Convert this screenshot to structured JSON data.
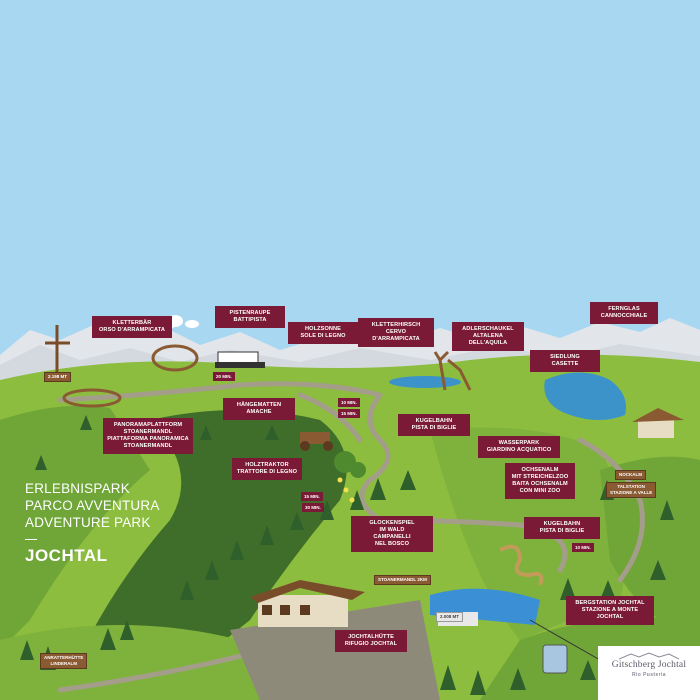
{
  "title": {
    "line1": "ERLEBNISPARK",
    "line2": "PARCO AVVENTURA",
    "line3": "ADVENTURE PARK",
    "name": "JOCHTAL"
  },
  "labels": {
    "kletterbaer": [
      "KLETTERBÄR",
      "ORSO D'ARRAMPICATA"
    ],
    "pistenraupe": [
      "PISTENRAUPE",
      "BATTIPISTA"
    ],
    "holzsonne": [
      "HOLZSONNE",
      "SOLE DI LEGNO"
    ],
    "kletterhirsch": [
      "KLETTERHIRSCH",
      "CERVO D'ARRAMPICATA"
    ],
    "adlerschaukel": [
      "ADLERSCHAUKEL",
      "ALTALENA DELL'AQUILA"
    ],
    "fernglas": [
      "FERNGLAS",
      "CANNOCCHIALE"
    ],
    "siedlung": [
      "SIEDLUNG",
      "CASETTE"
    ],
    "haengematten": [
      "HÄNGEMATTEN",
      "AMACHE"
    ],
    "panorama": [
      "PANORAMAPLATTFORM",
      "STOANERMANDL",
      "PIATTAFORMA PANORAMICA",
      "STOANERMANDL"
    ],
    "kugelbahn1": [
      "KUGELBAHN",
      "PISTA DI BIGLIE"
    ],
    "wasserpark": [
      "WASSERPARK",
      "GIARDINO ACQUATICO"
    ],
    "holztraktor": [
      "HOLZTRAKTOR",
      "TRATTORE DI LEGNO"
    ],
    "ochsenalm": [
      "OCHSENALM",
      "MIT STREICHELZOO",
      "BAITA OCHSENALM",
      "CON MINI ZOO"
    ],
    "glockenspiel": [
      "GLOCKENSPIEL",
      "IM WALD",
      "CAMPANELLI",
      "NEL BOSCO"
    ],
    "kugelbahn2": [
      "KUGELBAHN",
      "PISTA DI BIGLIE"
    ],
    "bergstation": [
      "BERGSTATION JOCHTAL",
      "STAZIONE A MONTE JOCHTAL"
    ],
    "jochtalhuette": [
      "JOCHTALHÜTTE",
      "RIFUGIO JOCHTAL"
    ]
  },
  "signs": {
    "nockalm": "NOCKALM",
    "talstation": [
      "TALSTATION",
      "STAZIONE A VALLE"
    ],
    "stoanermandl": "STOANERMANDL 2KM",
    "anratterhuette": [
      "ANRATTERHÜTTE",
      "LINDERALM"
    ],
    "elevation_top": "2.198 MT",
    "elevation_station": "2.008 MT"
  },
  "time_tags": [
    "20 MIN.",
    "10 MIN.",
    "15 MIN.",
    "15 MIN.",
    "30 MIN.",
    "10 MIN."
  ],
  "logo": {
    "brand": "Gitschberg Jochtal",
    "sub": "Rio Pusteria"
  },
  "colors": {
    "sky": "#a8d7f2",
    "label": "#7a1a36",
    "grass_light": "#8cbd3f",
    "grass_mid": "#6fa637",
    "grass_dark": "#3f6e2a",
    "forest": "#2f5f2a",
    "path": "#8e8a7a",
    "water": "#3b93c9",
    "mountain": "#e2e6ea",
    "wood": "#8a5a32"
  }
}
